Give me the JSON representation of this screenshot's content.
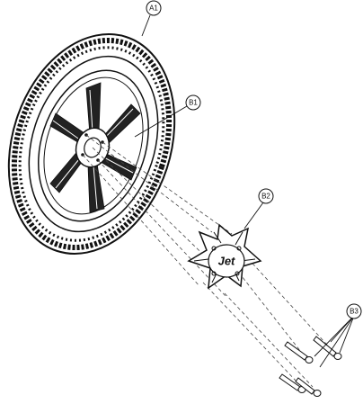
{
  "callouts": {
    "a1": "A1",
    "b1": "B1",
    "b2": "B2",
    "b3": "B3"
  },
  "hub_cap_logo": "Jet"
}
